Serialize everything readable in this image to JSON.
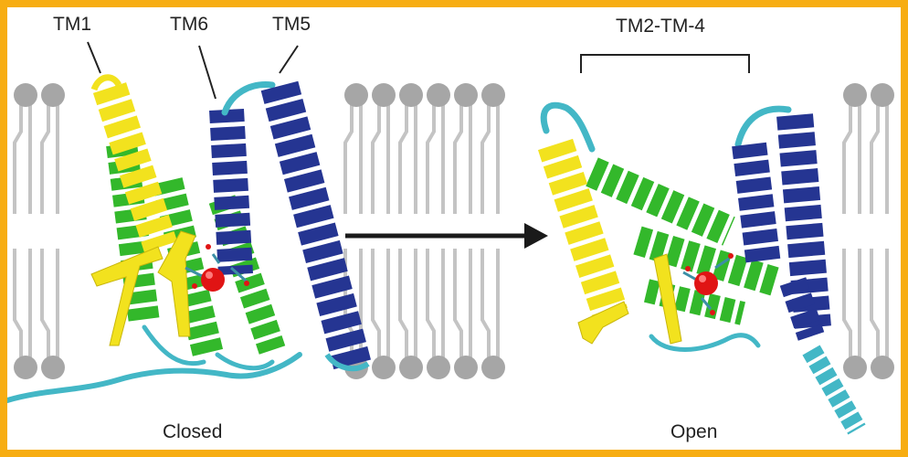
{
  "labels": {
    "tm1": "TM1",
    "tm6": "TM6",
    "tm5": "TM5",
    "tm2_4": "TM2-TM-4",
    "closed": "Closed",
    "open": "Open"
  },
  "colors": {
    "frame": "#f7ad12",
    "lipid_head": "#a6a6a6",
    "lipid_tail": "#c4c4c4",
    "helix_yellow": "#f2e21e",
    "helix_green": "#33b82b",
    "helix_blue": "#253592",
    "loop_cyan": "#43b7c6",
    "ion_red": "#e01414",
    "arrow": "#1a1a1a"
  },
  "icons": {
    "lipid": "phospholipid-icon",
    "ion": "metal-ion-sphere-icon",
    "arrow": "right-arrow-icon"
  }
}
